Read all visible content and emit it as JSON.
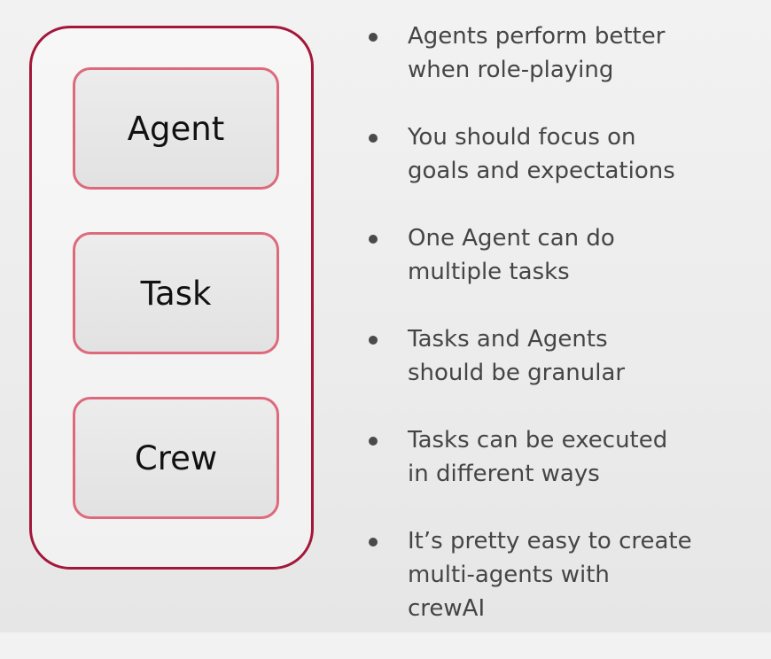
{
  "diagram": {
    "boxes": [
      {
        "label": "Agent"
      },
      {
        "label": "Task"
      },
      {
        "label": "Crew"
      }
    ]
  },
  "bullets": [
    {
      "text": "Agents perform better\nwhen role-playing"
    },
    {
      "text": "You should focus on\ngoals and expectations"
    },
    {
      "text": "One Agent can do\nmultiple tasks"
    },
    {
      "text": "Tasks and Agents\nshould be granular"
    },
    {
      "text": "Tasks can be executed\nin different ways"
    },
    {
      "text": "It’s pretty easy to create\nmulti-agents with\ncrewAI"
    }
  ],
  "colors": {
    "outer_border": "#a3173a",
    "box_border": "#dd6a7c",
    "text": "#454545",
    "background": "#ececec"
  },
  "icons": {
    "bullet": "bullet-dot-icon"
  }
}
